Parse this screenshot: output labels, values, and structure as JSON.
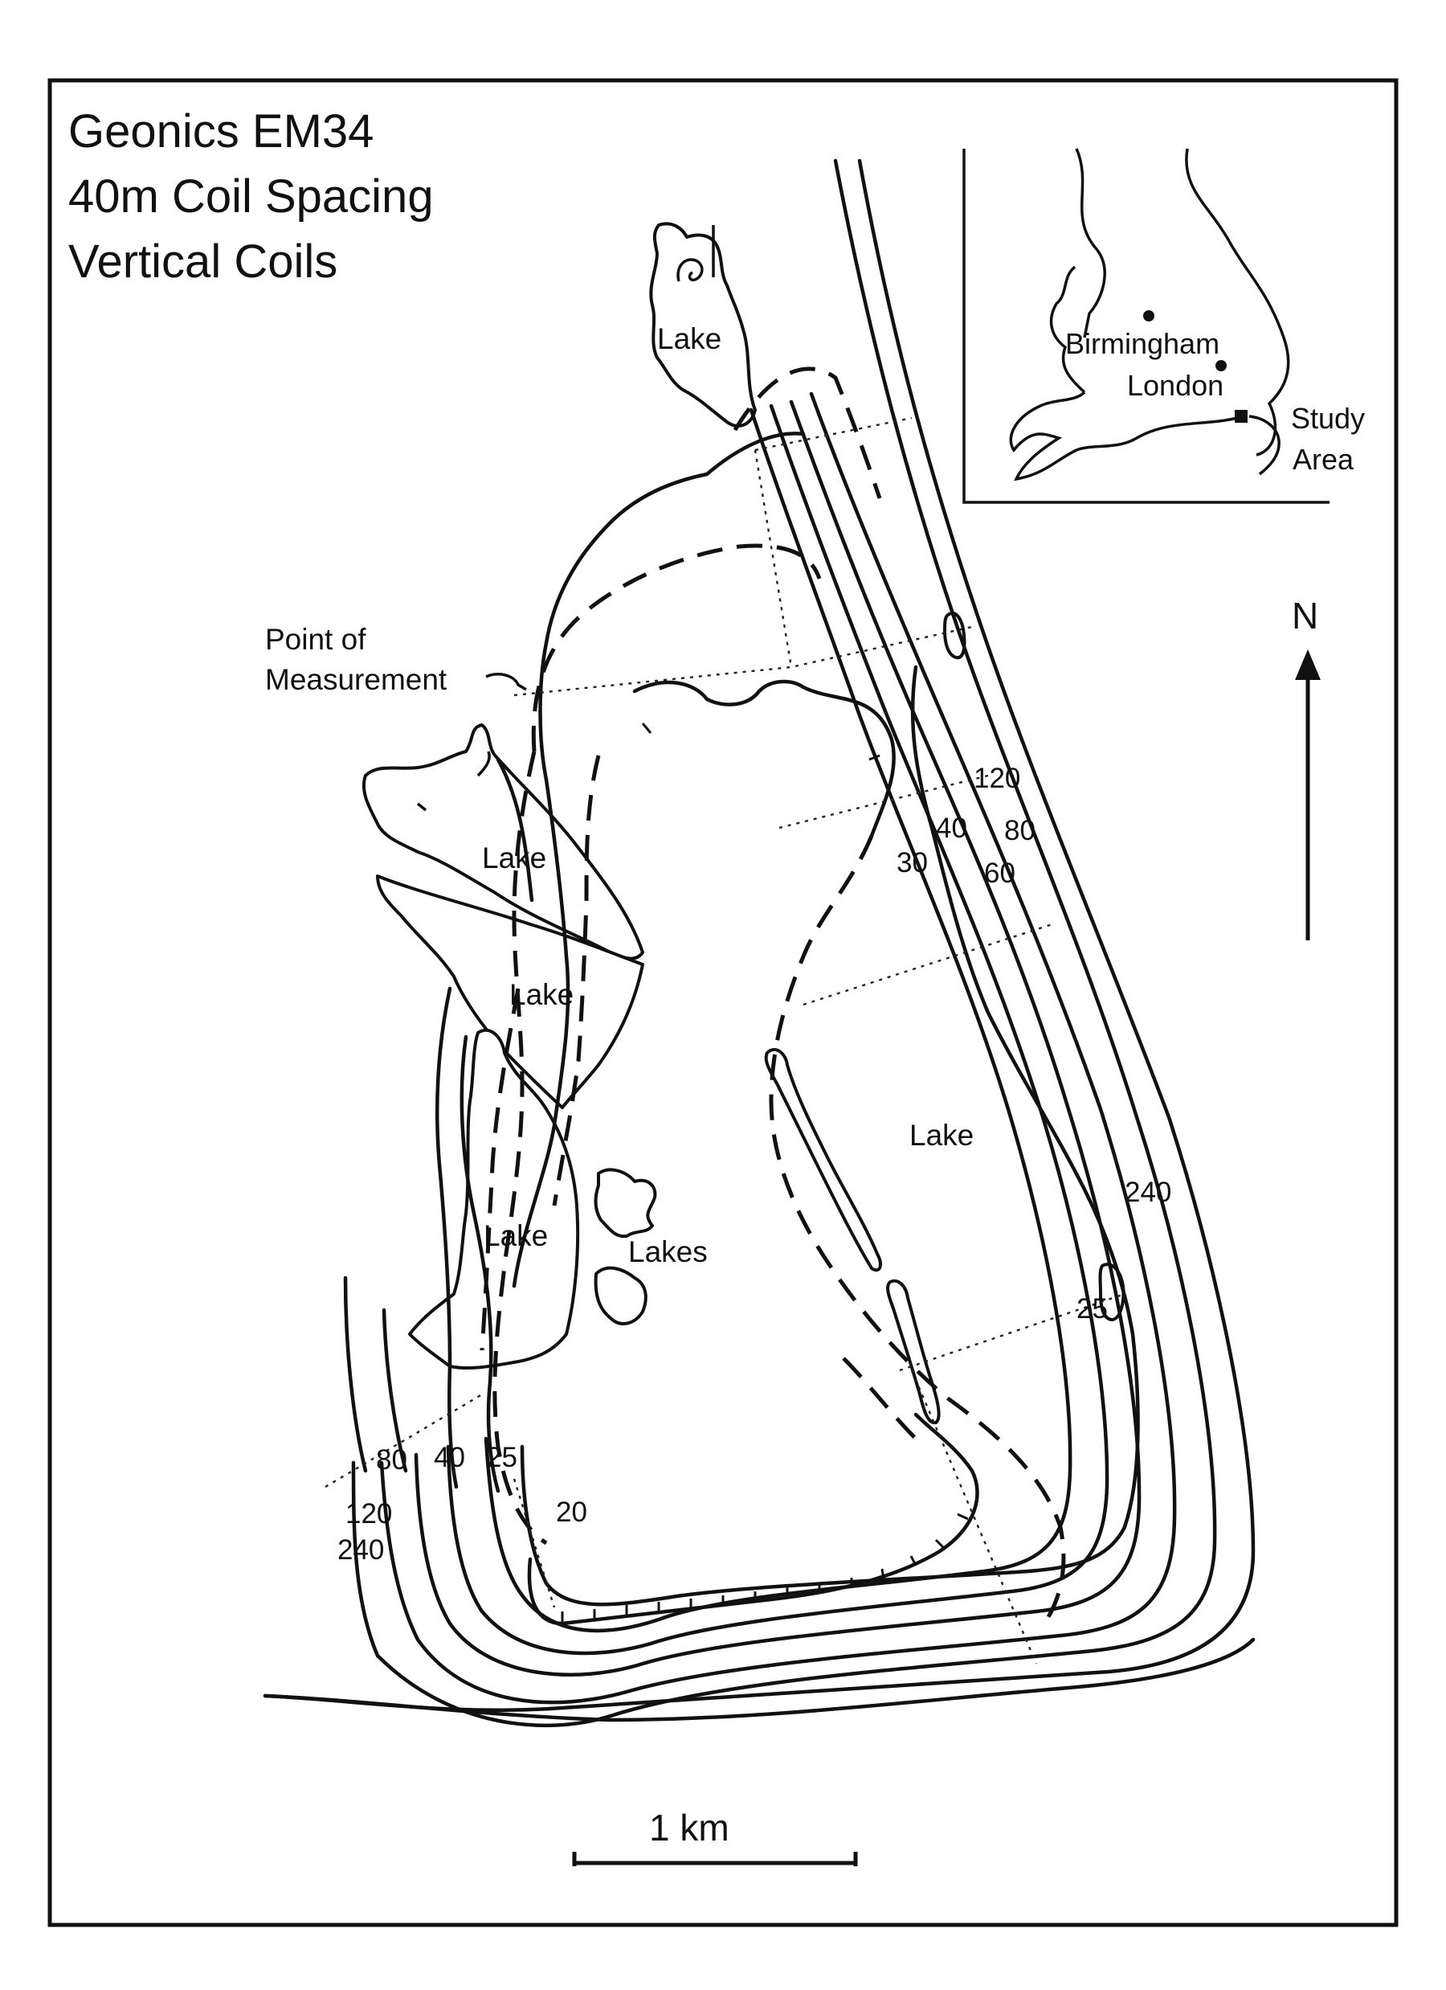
{
  "title_lines": [
    "Geonics EM34",
    "40m Coil Spacing",
    "Vertical Coils"
  ],
  "labels": {
    "lake": "Lake",
    "lakes": "Lakes",
    "point_of_measurement_line1": "Point of",
    "point_of_measurement_line2": "Measurement",
    "north": "N",
    "scale": "1 km"
  },
  "inset_map": {
    "cities": [
      "Birmingham",
      "London"
    ],
    "study_area_line1": "Study",
    "study_area_line2": "Area"
  },
  "contour_labels": {
    "east": [
      "120",
      "40",
      "80",
      "30",
      "60",
      "240",
      "25"
    ],
    "southwest": [
      "80",
      "40",
      "25",
      "120",
      "240",
      "20"
    ]
  }
}
